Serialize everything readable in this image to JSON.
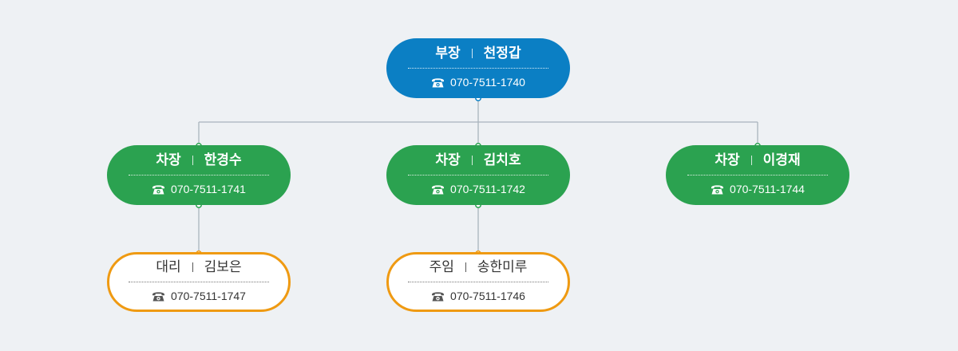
{
  "chart": {
    "nodes": [
      {
        "id": "n0",
        "title": "부장",
        "name": "천정갑",
        "phone": "070-7511-1740",
        "tier": "boss"
      },
      {
        "id": "n1",
        "title": "차장",
        "name": "한경수",
        "phone": "070-7511-1741",
        "tier": "mgr"
      },
      {
        "id": "n2",
        "title": "차장",
        "name": "김치호",
        "phone": "070-7511-1742",
        "tier": "mgr"
      },
      {
        "id": "n3",
        "title": "차장",
        "name": "이경재",
        "phone": "070-7511-1744",
        "tier": "mgr"
      },
      {
        "id": "n4",
        "title": "대리",
        "name": "김보은",
        "phone": "070-7511-1747",
        "tier": "staff"
      },
      {
        "id": "n5",
        "title": "주임",
        "name": "송한미루",
        "phone": "070-7511-1746",
        "tier": "staff"
      }
    ],
    "edges": [
      {
        "from": "n0",
        "to": "n1"
      },
      {
        "from": "n0",
        "to": "n2"
      },
      {
        "from": "n0",
        "to": "n3"
      },
      {
        "from": "n1",
        "to": "n4"
      },
      {
        "from": "n2",
        "to": "n5"
      }
    ]
  },
  "colors": {
    "boss": "#0b7fc4",
    "manager": "#2ba250",
    "staff_border": "#ef9a12",
    "connector": "#a9b4bd",
    "background": "#eef1f4"
  },
  "icons": {
    "phone": "telephone-icon"
  }
}
